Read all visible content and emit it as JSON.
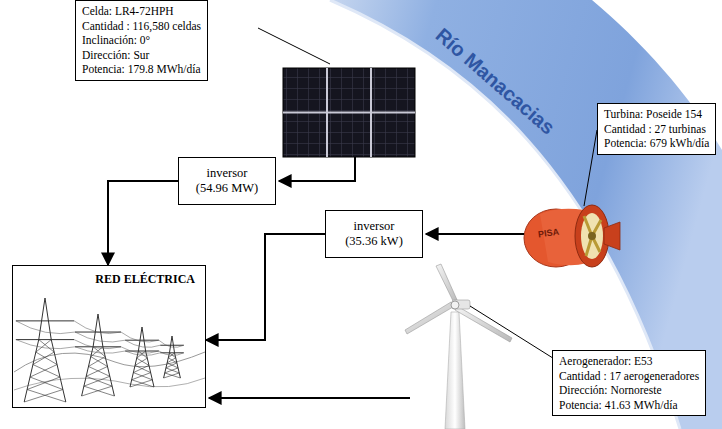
{
  "diagram": {
    "nodes": [
      {
        "text": [
          "Celda: LR4-72HPH",
          "Cantidad : 116,580 celdas",
          "Inclinación: 0°",
          "Dirección: Sur",
          "Potencia: 179.8 MWh/día"
        ]
      },
      {
        "text": [
          "Turbina: Poseide 154",
          "Cantidad : 27 turbinas",
          "Potencia: 679 kWh/día"
        ]
      },
      {
        "text": [
          "inversor (54.96 MW)"
        ]
      },
      {
        "text": [
          "inversor (35.36 kW)"
        ]
      },
      {
        "text": [
          "RED ELÉCTRICA"
        ]
      },
      {
        "text": [
          "Aerogenerador: E53",
          "Cantidad : 17 aerogeneradores",
          "Dirección: Nornoreste",
          "Potencia: 41.63 MWh/día"
        ]
      }
    ],
    "edges": [
      {
        "from": 2,
        "to": 4,
        "arrow": "to"
      },
      {
        "from": 3,
        "to": 4,
        "arrow": "to"
      }
    ],
    "labels": [
      "Río Manacacias",
      "PISA"
    ]
  }
}
